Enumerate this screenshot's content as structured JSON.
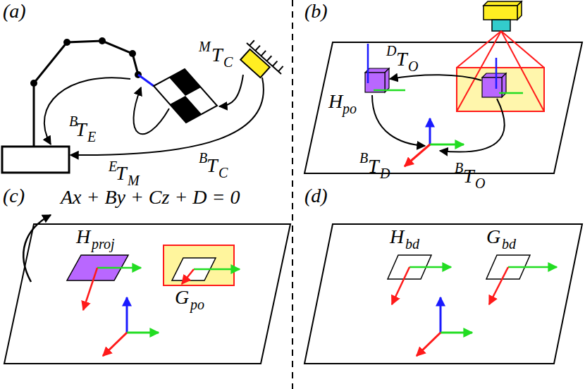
{
  "diagram": {
    "labels": [
      "(a)",
      "B",
      "T",
      "E",
      "E",
      "T",
      "M",
      "M",
      "T",
      "C",
      "B",
      "T",
      "C",
      "(b)",
      "D",
      "T",
      "O",
      "H",
      "po",
      "B",
      "T",
      "D",
      "B",
      "T",
      "O",
      "(c)",
      "Ax + By + Cz + D = 0",
      "H",
      "proj",
      "G",
      "po",
      "(d)",
      "H",
      "bd",
      "G",
      "bd"
    ]
  }
}
